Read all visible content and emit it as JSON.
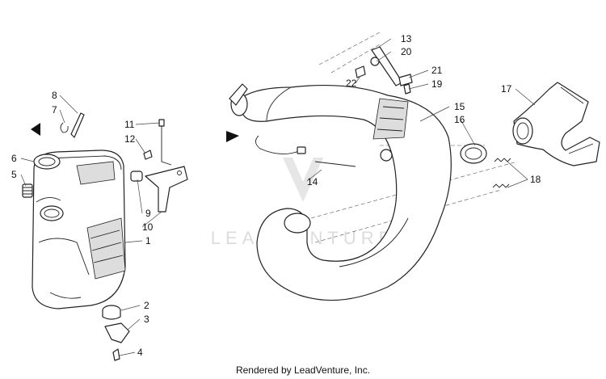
{
  "diagram": {
    "callouts": [
      "1",
      "2",
      "3",
      "4",
      "5",
      "6",
      "7",
      "8",
      "9",
      "10",
      "11",
      "12",
      "13",
      "14",
      "15",
      "16",
      "17",
      "18",
      "19",
      "20",
      "21",
      "22"
    ],
    "watermark": "LEADVENTURE",
    "footer": "Rendered by LeadVenture, Inc."
  }
}
